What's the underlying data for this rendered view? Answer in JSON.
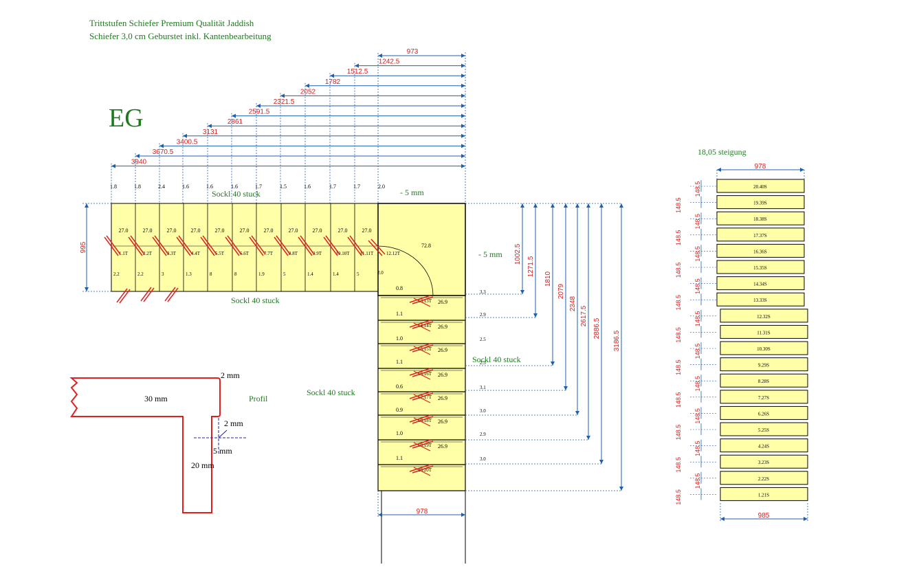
{
  "header": {
    "line1": "Trittstufen Schiefer Premium Qualität Jaddish",
    "line2": "Schiefer 3,0 cm Geburstet inkl. Kantenbearbeitung"
  },
  "floor_label": "EG",
  "colors": {
    "fill": "#ffffa8",
    "dim": "#1f5fb0",
    "dimtext": "#d42020",
    "label": "#1f7a1f",
    "profile": "#e02020",
    "line": "#000000"
  },
  "top_dims": [
    "973",
    "1242.5",
    "1512.5",
    "1782",
    "2052",
    "2321.5",
    "2591.5",
    "2861",
    "3131",
    "3400.5",
    "3670.5",
    "3940"
  ],
  "top_gaps": [
    "1.8",
    "1.8",
    "2.4",
    "1.6",
    "1.6",
    "1.6",
    "1.7",
    "1.5",
    "1.6",
    "1.7",
    "1.7",
    "2.0"
  ],
  "upper_steps": [
    {
      "w": "27.0",
      "id": "1.1T",
      "b": "2.2"
    },
    {
      "w": "27.0",
      "id": "2.2T",
      "b": "2.2"
    },
    {
      "w": "27.0",
      "id": "3.3T",
      "b": "3"
    },
    {
      "w": "27.0",
      "id": "4.4T",
      "b": "1.3"
    },
    {
      "w": "27.0",
      "id": "5.5T",
      "b": "8"
    },
    {
      "w": "27.0",
      "id": "6.6T",
      "b": "8"
    },
    {
      "w": "27.0",
      "id": "7.7T",
      "b": "1.9"
    },
    {
      "w": "27.0",
      "id": "8.8T",
      "b": "5"
    },
    {
      "w": "27.0",
      "id": "9.9T",
      "b": "1.4"
    },
    {
      "w": "27.0",
      "id": "10.10T",
      "b": "1.4"
    },
    {
      "w": "27.0",
      "id": "11.11T",
      "b": "5"
    }
  ],
  "landing": {
    "id": "12.12T",
    "w": "72.8",
    "bottom": "0.8",
    "bottom_right": "2.0",
    "minus_top": "- 5 mm",
    "minus_side": "- 5 mm"
  },
  "upper_left_dim": "995",
  "sockl_labels": [
    "Sockl 40 stuck",
    "Sockl 40 stuck",
    "Sockl 40 stuck",
    "Sockl 40 stuck"
  ],
  "lower_steps": [
    {
      "id": "13.13T",
      "gap": "1.1",
      "w": "26.9",
      "r": "2.9"
    },
    {
      "id": "14.14T",
      "gap": "1.0",
      "w": "26.9",
      "r": "2.5"
    },
    {
      "id": "15.15T",
      "gap": "1.1",
      "w": "26.9",
      "r": "2.5"
    },
    {
      "id": "16.16T",
      "gap": "0.6",
      "w": "26.9",
      "r": "3.1"
    },
    {
      "id": "17.17T",
      "gap": "0.9",
      "w": "26.9",
      "r": "3.0"
    },
    {
      "id": "18.18T",
      "gap": "1.0",
      "w": "26.9",
      "r": "2.9"
    },
    {
      "id": "19.19T",
      "gap": "1.1",
      "w": "26.9",
      "r": "3.0"
    },
    {
      "id": "20.20T",
      "gap": "",
      "w": "",
      "r": ""
    }
  ],
  "landing_right_gap": "3.3",
  "right_dims": [
    "1002.5",
    "1271.5",
    "1810",
    "2079",
    "2348",
    "2617.5",
    "2886.5",
    "3186.5"
  ],
  "bottom_dim": "978",
  "profile": {
    "thick": "30 mm",
    "side": "20 mm",
    "r_top": "2 mm",
    "r_mid": "2 mm",
    "off": "5 mm",
    "label": "Profil"
  },
  "riser": {
    "title": "18,05 steigung",
    "top_w": "978",
    "bottom_w": "985",
    "h": "148.5",
    "items": [
      "20.40S",
      "19.39S",
      "18.38S",
      "17.37S",
      "16.36S",
      "15.35S",
      "14.34S",
      "13.33S",
      "12.32S",
      "11.31S",
      "10.30S",
      "9.29S",
      "8.28S",
      "7.27S",
      "6.26S",
      "5.25S",
      "4.24S",
      "3.23S",
      "2.22S",
      "1.21S"
    ]
  }
}
